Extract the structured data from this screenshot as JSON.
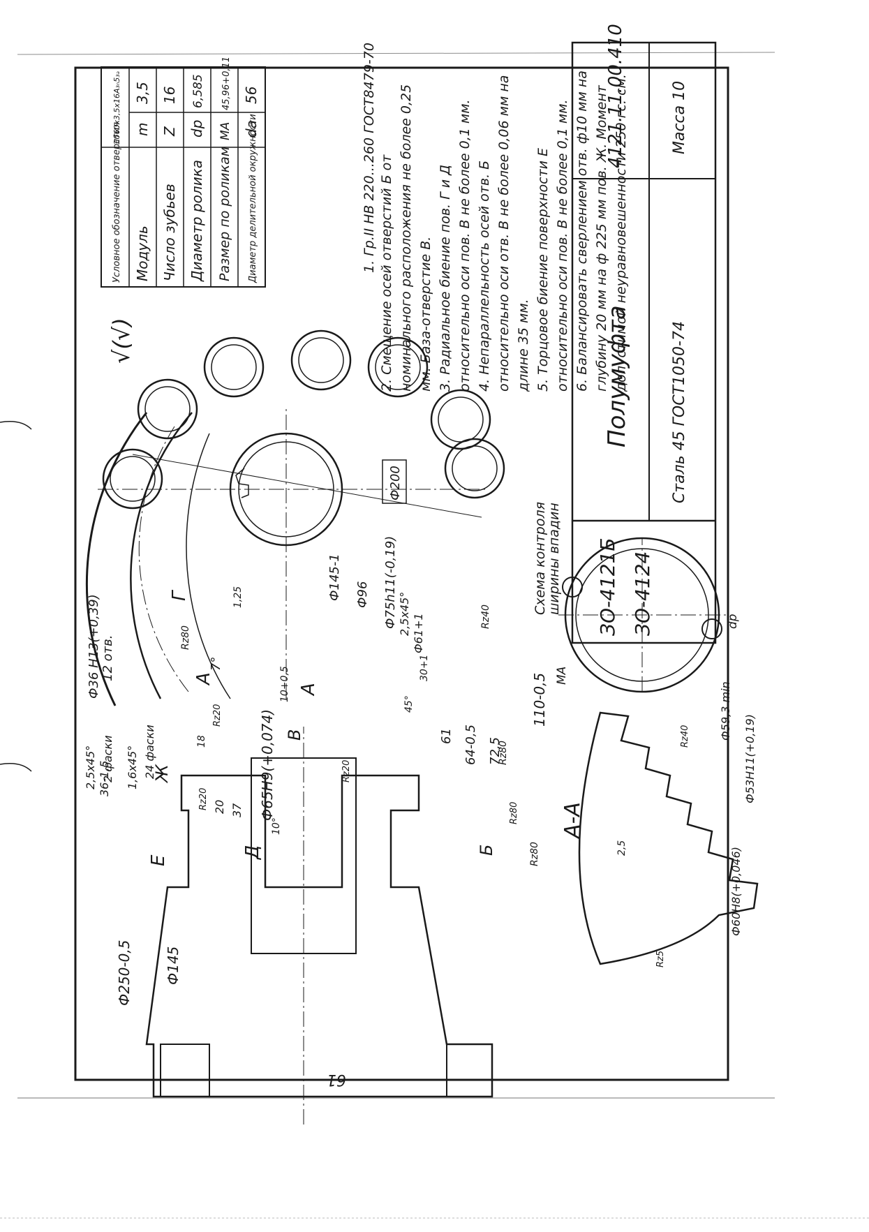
{
  "table": {
    "rows": [
      [
        "Условное обозначение отверстия",
        "Эб60x3,5x16A₃ₙ5₃ₐ"
      ],
      [
        "Модуль",
        "m",
        "3,5"
      ],
      [
        "Число зубьев",
        "Z",
        "16"
      ],
      [
        "Диаметр ролика",
        "dp",
        "6,585"
      ],
      [
        "Размер по роликам",
        "MA",
        "45,96+0,11"
      ],
      [
        "Диаметр делительной окружности",
        "da",
        "56"
      ]
    ]
  },
  "notes": [
    "1. Гр.II НВ 220...260 ГОСТ8479-70",
    "2. Смещение осей отверстий Б от номинального расположения не более 0,25 мм. База-отверстие В.",
    "3. Радиальное биение пов. Г и Д относительно оси пов. В не более 0,1 мм.",
    "4. Непараллельность осей отв. Б относительно оси отв. В не более 0,06 мм на длине 35 мм.",
    "5. Торцовое биение поверхности Е относительно оси пов. В не более 0,1 мм.",
    "6. Балансировать сверлением отв. ф10 мм на глубину 20 мм на ф 225 мм пов. Ж. Момент допустимой неуравновешенности 250 гс. см."
  ],
  "title_block": {
    "codes": [
      "ЗО-4121Б",
      "ЗО-4124"
    ],
    "name": "Полумуфта",
    "designation": "4121.11.00.410",
    "material": "Сталь 45 ГОСТ1050-74",
    "mass": "Масса 10"
  },
  "roughness": "√(√)",
  "front_view": {
    "bolt_circle": "Ф200",
    "holes": "Ф36 Н13(+0,39)",
    "holes_count": "12 отв."
  },
  "section": {
    "dims": {
      "d250": "Ф250-0,5",
      "d145": "Ф145",
      "d145_top": "Ф145-1",
      "d96": "Ф96",
      "d75": "Ф75h11(-0,19)",
      "d61": "Ф61+1",
      "d65": "Ф65Н9(+0,074)",
      "len110": "110-0,5",
      "l72": "72,5",
      "l64": "64-0,5",
      "l61": "61",
      "l30": "30+1",
      "l36": "36-1,5",
      "l37": "37",
      "l20": "20",
      "l18": "18",
      "l10": "10+0,5",
      "ch1": "2,5x45°",
      "ch1b": "2 фаски",
      "ch2": "1,6x45°",
      "ch2b": "24 фаски",
      "ch3": "2,5x45°",
      "ang7": "7°",
      "ang10": "10°",
      "ang45": "45°",
      "d125": "1,25"
    },
    "rough": [
      "Rz80",
      "Rz40",
      "Rz80",
      "Rz20",
      "Rz20",
      "Rz20",
      "Rz80",
      "Rz80"
    ],
    "letters": {
      "G": "Г",
      "A1": "А",
      "A2": "А",
      "V": "В",
      "B": "Б",
      "D": "Д",
      "E": "Е",
      "Zh": "Ж"
    },
    "section_label": "А-А"
  },
  "scheme": {
    "caption1": "Схема контроля",
    "caption2": "ширины впадин",
    "ma": "MA",
    "dp": "dp"
  },
  "detail": {
    "d59": "Ф59,3 min",
    "d53": "Ф53Н11(+0,19)",
    "d60": "Ф60Н8(+0,046)",
    "r25": "2,5",
    "rz40": "Rz40",
    "rz25": "Rz5"
  },
  "page_number": "— 61 —"
}
